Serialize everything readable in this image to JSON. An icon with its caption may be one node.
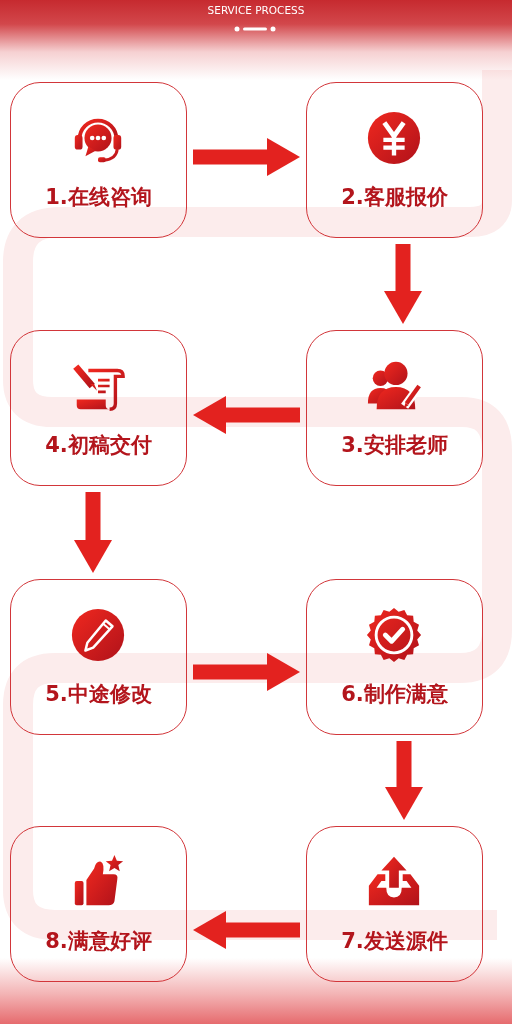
{
  "diagram": {
    "title": "SERVICE PROCESS",
    "nodes": [
      {
        "text": [
          "1.在线咨询"
        ]
      },
      {
        "text": [
          "2.客服报价"
        ]
      },
      {
        "text": [
          "3.安排老师"
        ]
      },
      {
        "text": [
          "4.初稿交付"
        ]
      },
      {
        "text": [
          "5.中途修改"
        ]
      },
      {
        "text": [
          "6.制作满意"
        ]
      },
      {
        "text": [
          "7.发送源件"
        ]
      },
      {
        "text": [
          "8.满意好评"
        ]
      }
    ],
    "edges": [
      {
        "from": 0,
        "to": 1,
        "arrow": "to"
      },
      {
        "from": 1,
        "to": 2,
        "arrow": "to"
      },
      {
        "from": 2,
        "to": 3,
        "arrow": "to"
      },
      {
        "from": 3,
        "to": 4,
        "arrow": "to"
      },
      {
        "from": 4,
        "to": 5,
        "arrow": "to"
      },
      {
        "from": 5,
        "to": 6,
        "arrow": "to"
      },
      {
        "from": 6,
        "to": 7,
        "arrow": "to"
      }
    ]
  }
}
